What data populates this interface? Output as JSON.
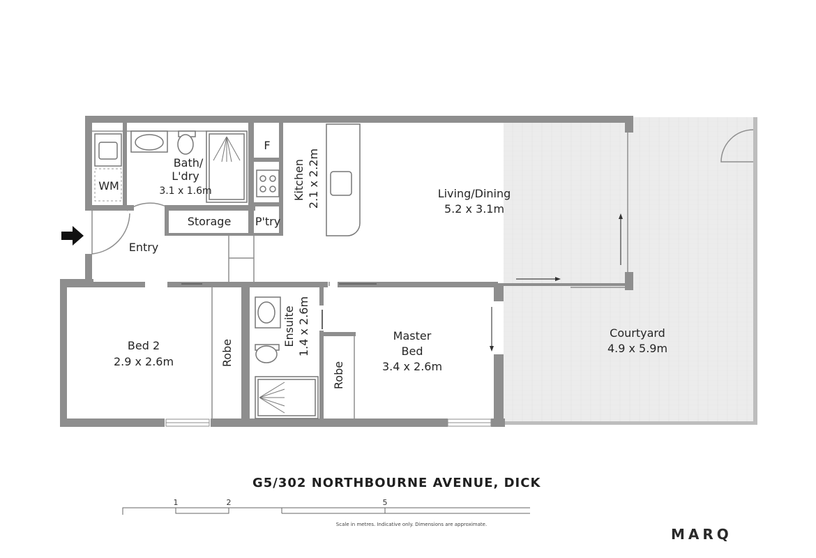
{
  "rooms": {
    "bath": {
      "name": "Bath/",
      "name2": "L'dry",
      "size": "3.1 x 1.6m"
    },
    "wm": "WM",
    "fridge": "F",
    "kitchen": {
      "name": "Kitchen",
      "size": "2.1 x 2.2m"
    },
    "living": {
      "name": "Living/Dining",
      "size": "5.2 x 3.1m"
    },
    "storage": "Storage",
    "pantry": "P'try",
    "entry": "Entry",
    "bed2": {
      "name": "Bed 2",
      "size": "2.9 x 2.6m"
    },
    "robe1": "Robe",
    "ensuite": {
      "name": "Ensuite",
      "size": "1.4 x 2.6m"
    },
    "robe2": "Robe",
    "master": {
      "name": "Master",
      "name2": "Bed",
      "size": "3.4 x 2.6m"
    },
    "courtyard": {
      "name": "Courtyard",
      "size": "4.9 x 5.9m"
    }
  },
  "address": "G5/302 NORTHBOURNE AVENUE, DICK",
  "scale": {
    "ticks": [
      "1",
      "2",
      "5"
    ],
    "note": "Scale in metres. Indicative only. Dimensions are approximate."
  },
  "logo": "MARQ",
  "icons": {
    "entry": "arrow-right-icon"
  },
  "colors": {
    "wall": "#8e8e8e",
    "courtyard": "#ededed"
  }
}
